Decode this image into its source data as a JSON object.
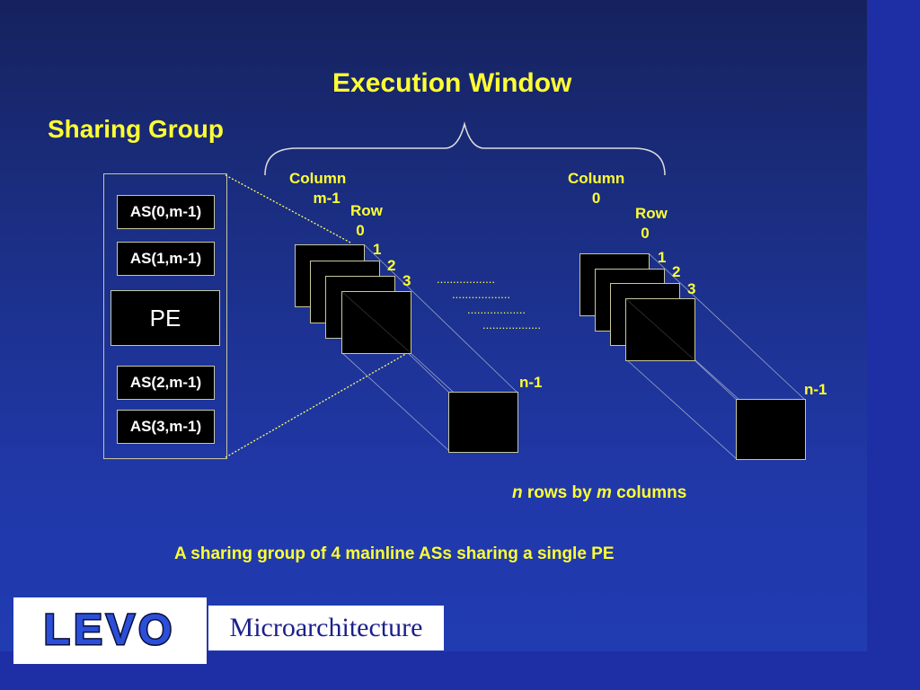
{
  "title": "Execution Window",
  "sharing_group_label": "Sharing Group",
  "sharing_group": {
    "as_top": [
      "AS(0,m-1)",
      "AS(1,m-1)"
    ],
    "pe_label": "PE",
    "as_bottom": [
      "AS(2,m-1)",
      "AS(3,m-1)"
    ]
  },
  "columns": [
    {
      "column_label": [
        "Column",
        "m-1"
      ],
      "row_label": [
        "Row",
        "0"
      ],
      "row_numbers": [
        "1",
        "2",
        "3"
      ],
      "last_row": "n-1"
    },
    {
      "column_label": [
        "Column",
        "0"
      ],
      "row_label": [
        "Row",
        "0"
      ],
      "row_numbers": [
        "1",
        "2",
        "3"
      ],
      "last_row": "n-1"
    }
  ],
  "dots": "..................",
  "caption_dims": {
    "n": "n",
    "rows_by": " rows by ",
    "m": "m",
    "columns": " columns"
  },
  "caption": "A sharing group of 4 mainline ASs sharing a single PE",
  "footer": {
    "logo_text": "LEVO",
    "label": "Microarchitecture"
  },
  "colors": {
    "accent": "#ffff33",
    "background": "#1e2fa6",
    "box": "#000000"
  }
}
